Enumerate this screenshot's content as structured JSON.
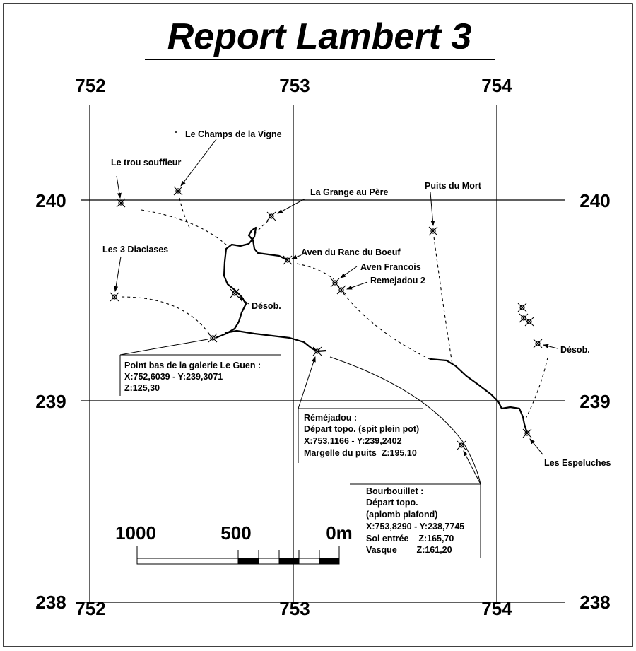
{
  "title": "Report Lambert 3",
  "axes": {
    "x_ticks": [
      "752",
      "753",
      "754"
    ],
    "y_ticks": [
      "240",
      "239",
      "238"
    ]
  },
  "sites": {
    "trou_souffleur": "Le trou souffleur",
    "champs_vigne": "Le Champs de la Vigne",
    "grange_pere": "La Grange au Père",
    "puits_mort": "Puits du Mort",
    "ranc_boeuf": "Aven du Ranc du Boeuf",
    "aven_francois": "Aven Francois",
    "remejadou2": "Remejadou 2",
    "diaclases": "Les 3 Diaclases",
    "desob_left": "Désob.",
    "desob_right": "Désob.",
    "espeluches": "Les Espeluches"
  },
  "callouts": {
    "point_bas": [
      "Point bas de la galerie Le Guen :",
      "X:752,6039 - Y:239,3071",
      "Z:125,30"
    ],
    "remejadou": [
      "Réméjadou :",
      "Départ topo. (spit plein pot)",
      "X:753,1166 - Y:239,2402",
      "Margelle du puits  Z:195,10"
    ],
    "bourbouillet": [
      "Bourbouillet :",
      "Départ topo.",
      "(aplomb plafond)",
      "X:753,8290 - Y:238,7745",
      "Sol entrée    Z:165,70",
      "Vasque        Z:161,20"
    ]
  },
  "scale": {
    "labels": [
      "1000",
      "500",
      "0m"
    ]
  }
}
